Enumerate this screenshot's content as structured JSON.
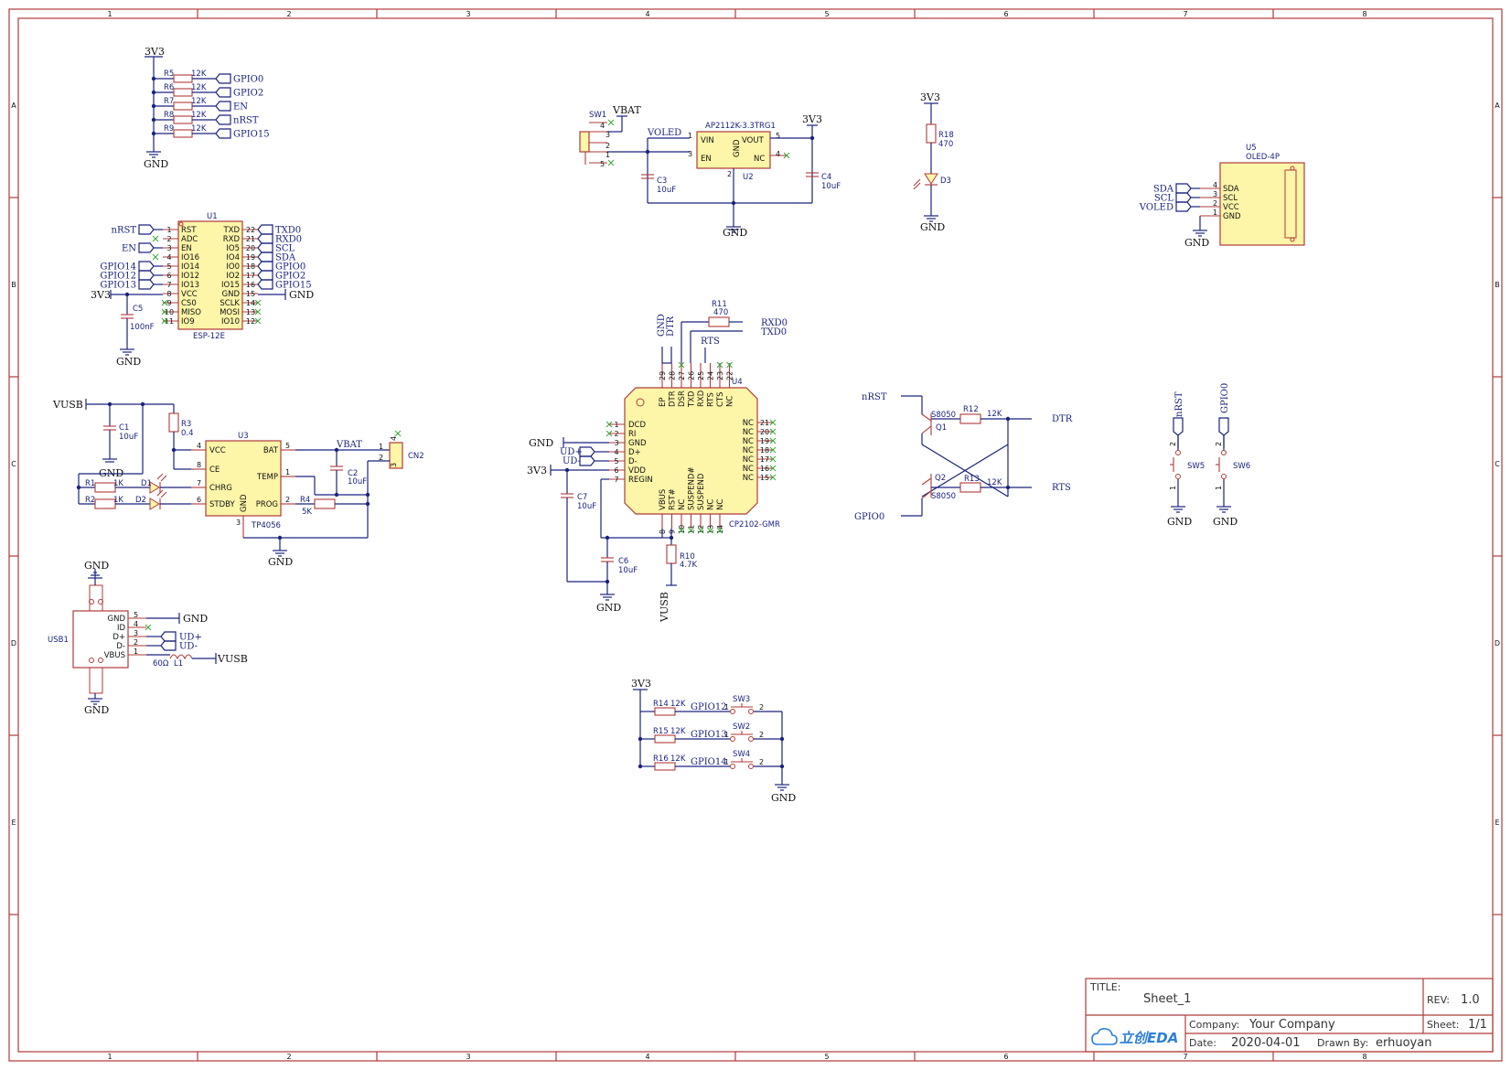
{
  "frame": {
    "columns": [
      "1",
      "2",
      "3",
      "4",
      "5",
      "6",
      "7",
      "8"
    ],
    "rows": [
      "A",
      "B",
      "C",
      "D",
      "E"
    ]
  },
  "title_block": {
    "title_label": "TITLE:",
    "title": "Sheet_1",
    "rev_label": "REV:",
    "rev": "1.0",
    "company_label": "Company:",
    "company": "Your Company",
    "sheet_label": "Sheet:",
    "sheet": "1/1",
    "date_label": "Date:",
    "date": "2020-04-01",
    "drawn_label": "Drawn By:",
    "drawn_by": "erhuoyan",
    "logo": "立创EDA"
  },
  "pullups": {
    "supply": "3V3",
    "ground": "GND",
    "rows": [
      {
        "ref": "R5",
        "val": "12K",
        "net": "GPIO0"
      },
      {
        "ref": "R6",
        "val": "12K",
        "net": "GPIO2"
      },
      {
        "ref": "R7",
        "val": "12K",
        "net": "EN"
      },
      {
        "ref": "R8",
        "val": "12K",
        "net": "nRST"
      },
      {
        "ref": "R9",
        "val": "12K",
        "net": "GPIO15"
      }
    ]
  },
  "esp": {
    "ref": "U1",
    "part": "ESP-12E",
    "left_pins": [
      {
        "n": "1",
        "l": "RST"
      },
      {
        "n": "2",
        "l": "ADC"
      },
      {
        "n": "3",
        "l": "EN"
      },
      {
        "n": "4",
        "l": "IO16"
      },
      {
        "n": "5",
        "l": "IO14"
      },
      {
        "n": "6",
        "l": "IO12"
      },
      {
        "n": "7",
        "l": "IO13"
      },
      {
        "n": "8",
        "l": "VCC"
      },
      {
        "n": "9",
        "l": "CS0"
      },
      {
        "n": "10",
        "l": "MISO"
      },
      {
        "n": "11",
        "l": "IO9"
      }
    ],
    "right_pins": [
      {
        "n": "22",
        "l": "TXD"
      },
      {
        "n": "21",
        "l": "RXD"
      },
      {
        "n": "20",
        "l": "IO5"
      },
      {
        "n": "19",
        "l": "IO4"
      },
      {
        "n": "18",
        "l": "IO0"
      },
      {
        "n": "17",
        "l": "IO2"
      },
      {
        "n": "16",
        "l": "IO15"
      },
      {
        "n": "15",
        "l": "GND"
      },
      {
        "n": "14",
        "l": "SCLK"
      },
      {
        "n": "13",
        "l": "MOSI"
      },
      {
        "n": "12",
        "l": "IO10"
      }
    ],
    "left_nets": [
      "nRST",
      "",
      "EN",
      "",
      "GPIO14",
      "GPIO12",
      "GPIO13"
    ],
    "right_nets": [
      "TXD0",
      "RXD0",
      "SCL",
      "SDA",
      "GPIO0",
      "GPIO2",
      "GPIO15"
    ],
    "vcc_net": "3V3",
    "gnd_net": "GND",
    "cap_ref": "C5",
    "cap_val": "100nF",
    "cap_gnd": "GND"
  },
  "ldo": {
    "ref": "U2",
    "part": "AP2112K-3.3TRG1",
    "pins": {
      "vin": "VIN",
      "en": "EN",
      "gnd": "GND",
      "vout": "VOUT",
      "nc": "NC"
    },
    "pin_numbers": {
      "vin": "1",
      "en": "3",
      "gnd": "2",
      "vout": "5",
      "nc": "4"
    },
    "sw_ref": "SW1",
    "sw_pins": [
      "4",
      "3",
      "2",
      "1",
      "5"
    ],
    "vbat": "VBAT",
    "voled": "VOLED",
    "out": "3V3",
    "c3_ref": "C3",
    "c3_val": "10uF",
    "c4_ref": "C4",
    "c4_val": "10uF",
    "gnd": "GND"
  },
  "led": {
    "supply": "3V3",
    "r_ref": "R18",
    "r_val": "470",
    "d_ref": "D3",
    "gnd": "GND"
  },
  "oled": {
    "ref": "U5",
    "part": "OLED-4P",
    "pins": [
      {
        "n": "4",
        "l": "SDA",
        "net": "SDA"
      },
      {
        "n": "3",
        "l": "SCL",
        "net": "SCL"
      },
      {
        "n": "2",
        "l": "VCC",
        "net": "VOLED"
      },
      {
        "n": "1",
        "l": "GND",
        "net": ""
      }
    ],
    "gnd": "GND"
  },
  "charger": {
    "ref": "U3",
    "part": "TP4056",
    "left_pins": [
      {
        "n": "4",
        "l": "VCC"
      },
      {
        "n": "8",
        "l": "CE"
      },
      {
        "n": "7",
        "l": "CHRG"
      },
      {
        "n": "6",
        "l": "STDBY"
      }
    ],
    "right_pins": [
      {
        "n": "5",
        "l": "BAT"
      },
      {
        "n": "1",
        "l": "TEMP"
      },
      {
        "n": "2",
        "l": "PROG"
      }
    ],
    "gnd_pin": {
      "n": "3",
      "l": "GND"
    },
    "vusb": "VUSB",
    "vbat": "VBAT",
    "c1_ref": "C1",
    "c1_val": "10uF",
    "c1_gnd": "GND",
    "r3_ref": "R3",
    "r3_val": "0.4",
    "r1_ref": "R1",
    "r1_val": "1K",
    "r2_ref": "R2",
    "r2_val": "1K",
    "d1_ref": "D1",
    "d2_ref": "D2",
    "r4_ref": "R4",
    "r4_val": "5K",
    "c2_ref": "C2",
    "c2_val": "10uF",
    "gnd": "GND",
    "cn_ref": "CN2",
    "cn_pins": [
      "1",
      "2",
      "3",
      "4"
    ]
  },
  "usbc": {
    "ref": "USB1",
    "pins": [
      {
        "n": "5",
        "l": "GND",
        "net": "GND"
      },
      {
        "n": "4",
        "l": "ID",
        "net": ""
      },
      {
        "n": "3",
        "l": "D+",
        "net": "UD+"
      },
      {
        "n": "2",
        "l": "D-",
        "net": "UD-"
      },
      {
        "n": "1",
        "l": "VBUS",
        "net": ""
      }
    ],
    "gnd_top": "GND",
    "gnd_bottom": "GND",
    "l_ref": "L1",
    "l_val": "60Ω",
    "vusb": "VUSB"
  },
  "cp2102": {
    "ref": "U4",
    "part": "CP2102-GMR",
    "left_pins": [
      {
        "n": "1",
        "l": "DCD"
      },
      {
        "n": "2",
        "l": "RI"
      },
      {
        "n": "3",
        "l": "GND"
      },
      {
        "n": "4",
        "l": "D+"
      },
      {
        "n": "5",
        "l": "D-"
      },
      {
        "n": "6",
        "l": "VDD"
      },
      {
        "n": "7",
        "l": "REGIN"
      }
    ],
    "left_nets": [
      "",
      "",
      "GND",
      "UD+",
      "UD-",
      "3V3",
      ""
    ],
    "right_pins": [
      {
        "n": "21",
        "l": "NC"
      },
      {
        "n": "20",
        "l": "NC"
      },
      {
        "n": "19",
        "l": "NC"
      },
      {
        "n": "18",
        "l": "NC"
      },
      {
        "n": "17",
        "l": "NC"
      },
      {
        "n": "16",
        "l": "NC"
      },
      {
        "n": "15",
        "l": "NC"
      }
    ],
    "top_pins": [
      {
        "n": "29",
        "l": "EP"
      },
      {
        "n": "28",
        "l": "DTR"
      },
      {
        "n": "27",
        "l": "DSR"
      },
      {
        "n": "26",
        "l": "TXD"
      },
      {
        "n": "25",
        "l": "RXD"
      },
      {
        "n": "24",
        "l": "RTS"
      },
      {
        "n": "23",
        "l": "CTS"
      },
      {
        "n": "22",
        "l": "NC"
      }
    ],
    "bottom_pins": [
      {
        "n": "8",
        "l": "VBUS"
      },
      {
        "n": "9",
        "l": "RST#"
      },
      {
        "n": "10",
        "l": "NC"
      },
      {
        "n": "11",
        "l": "SUSPEND#"
      },
      {
        "n": "12",
        "l": "SUSPEND"
      },
      {
        "n": "13",
        "l": "NC"
      },
      {
        "n": "14",
        "l": "NC"
      }
    ],
    "top_nets": {
      "gnd": "GND",
      "dtr": "DTR",
      "rts": "RTS"
    },
    "r11_ref": "R11",
    "r11_val": "470",
    "rxd0": "RXD0",
    "txd0": "TXD0",
    "c7_ref": "C7",
    "c7_val": "10uF",
    "c6_ref": "C6",
    "c6_val": "10uF",
    "r10_ref": "R10",
    "r10_val": "4.7K",
    "gnd": "GND",
    "vusb": "VUSB"
  },
  "autoreset": {
    "q1_ref": "Q1",
    "q1_part": "S8050",
    "q2_ref": "Q2",
    "q2_part": "S8050",
    "r12_ref": "R12",
    "r12_val": "12K",
    "r13_ref": "R13",
    "r13_val": "12K",
    "nrst": "nRST",
    "gpio0": "GPIO0",
    "dtr": "DTR",
    "rts": "RTS"
  },
  "buttons_reset": {
    "sw5_ref": "SW5",
    "sw5_net": "nRST",
    "sw6_ref": "SW6",
    "sw6_net": "GPIO0",
    "pin2": "2",
    "pin1": "1",
    "gnd": "GND"
  },
  "buttons_input": {
    "supply": "3V3",
    "rows": [
      {
        "r": "R14",
        "v": "12K",
        "net": "GPIO12",
        "sw": "SW3"
      },
      {
        "r": "R15",
        "v": "12K",
        "net": "GPIO13",
        "sw": "SW2"
      },
      {
        "r": "R16",
        "v": "12K",
        "net": "GPIO14",
        "sw": "SW4"
      }
    ],
    "pin1": "1",
    "pin2": "2",
    "gnd": "GND"
  }
}
